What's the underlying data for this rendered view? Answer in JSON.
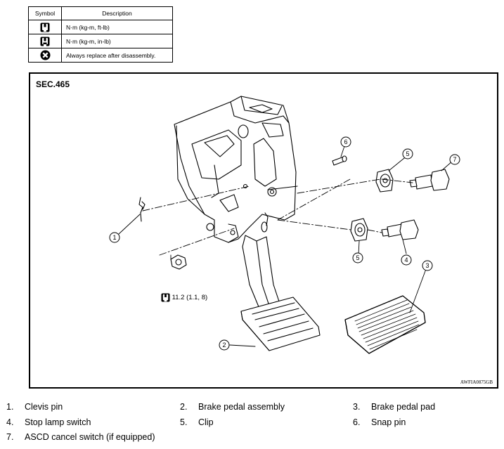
{
  "legend": {
    "header_symbol": "Symbol",
    "header_description": "Description",
    "rows": [
      {
        "icon": "torque-ft-lb-icon",
        "text": "N·m (kg-m, ft-lb)"
      },
      {
        "icon": "torque-in-lb-icon",
        "text": "N·m (kg-m, in-lb)"
      },
      {
        "icon": "always-replace-icon",
        "text": "Always replace after disassembly."
      }
    ]
  },
  "figure": {
    "section": "SEC.465",
    "code": "AWFIA0875GB",
    "torque_value": "11.2 (1.1, 8)",
    "callouts": [
      "1",
      "2",
      "3",
      "4",
      "5",
      "5",
      "6",
      "7"
    ]
  },
  "parts": [
    {
      "num": "1.",
      "name": "Clevis pin"
    },
    {
      "num": "2.",
      "name": "Brake pedal assembly"
    },
    {
      "num": "3.",
      "name": "Brake pedal pad"
    },
    {
      "num": "4.",
      "name": "Stop lamp switch"
    },
    {
      "num": "5.",
      "name": "Clip"
    },
    {
      "num": "6.",
      "name": "Snap pin"
    },
    {
      "num": "7.",
      "name": "ASCD cancel switch (if equipped)"
    }
  ]
}
